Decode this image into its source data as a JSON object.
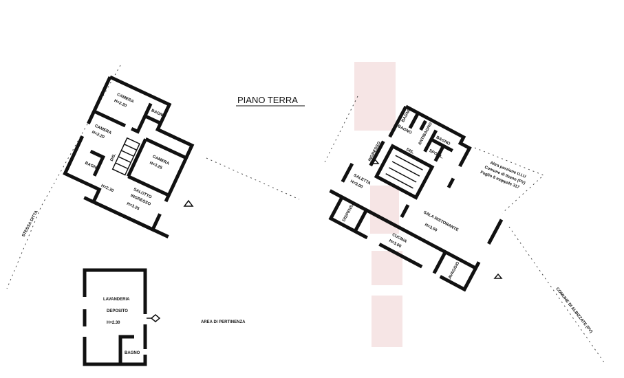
{
  "title": "PIANO TERRA",
  "left_building": {
    "rooms": [
      {
        "name": "CAMERA",
        "height": "H=2.20"
      },
      {
        "name": "BAGNO"
      },
      {
        "name": "CAMERA",
        "height": "H=2.20"
      },
      {
        "name": "CAMERA",
        "height": "H=3.25"
      },
      {
        "name": "BAGNO"
      },
      {
        "name": "SALOTTO",
        "sub": "INGRESSO",
        "height": "H=3.25"
      }
    ],
    "dis": "DIS.",
    "stair_label": "H=2.30"
  },
  "annex": {
    "name": "LAVANDERIA",
    "sub": "DEPOSITO",
    "height": "H=2.30",
    "bath": "BAGNO"
  },
  "area_label": "AREA DI PERTINENZA",
  "boundary_left": "STESSA DITTA",
  "boundary_right": "COMUNE DI ALBIZZATE (PV)",
  "right_building": {
    "rooms": [
      {
        "name": "BAGNO"
      },
      {
        "name": "BAGNO"
      },
      {
        "name": "ANTIBAGNO"
      },
      {
        "name": "BAGNO"
      },
      {
        "name": "SPOGL."
      },
      {
        "name": "INGRESSO"
      },
      {
        "name": "DIS."
      },
      {
        "name": "SALETTA",
        "height": "H=3.00"
      },
      {
        "name": "SALA RISTORANTE",
        "height": "H=3.50"
      },
      {
        "name": "DISPENSA"
      },
      {
        "name": "CUCINA",
        "height": "H=3.00"
      },
      {
        "name": "LAVAGGIO"
      }
    ],
    "note": [
      "Altra porzione U.I.U",
      "Comune di Ilzano (PV)",
      "Foglio 8 mappale 317"
    ]
  },
  "colors": {
    "wall": "#111111",
    "watermark": "#f3dcdc"
  }
}
